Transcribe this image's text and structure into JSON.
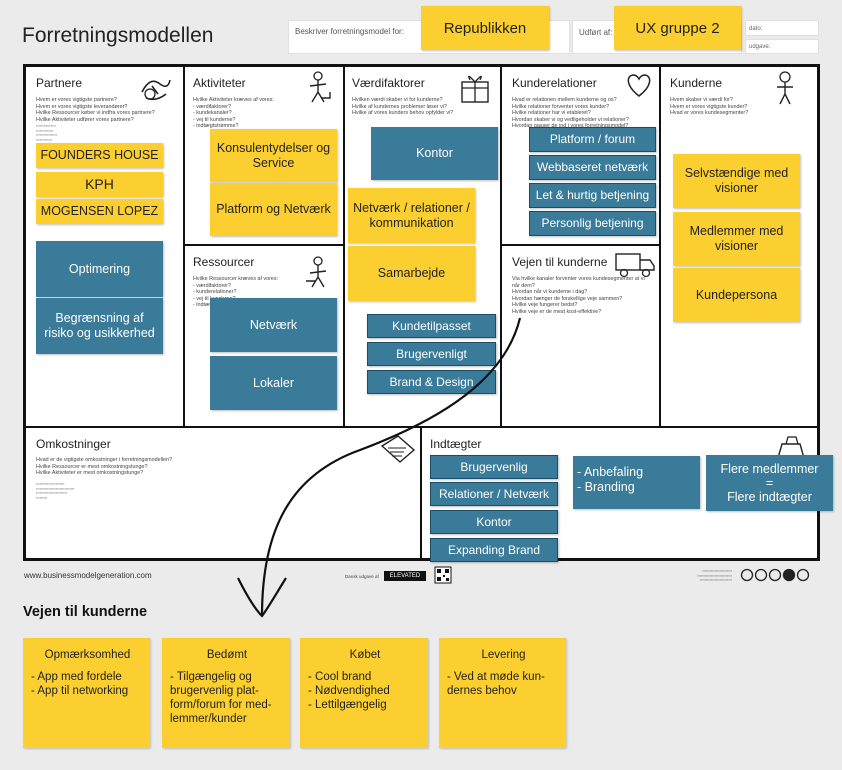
{
  "header": {
    "title": "Forretningsmodellen",
    "beskriver_label": "Beskriver forretningsmodel for:",
    "company_note": "Republikken",
    "udfort_label": "Udført af:",
    "team_note": "UX gruppe 2",
    "date_label": "dato:",
    "version_label": "udgave:"
  },
  "sections": {
    "partnere": {
      "title": "Partnere",
      "questions": "Hvem er vores vigtigste partnere?\nHvem er vores vigtigste leverandører?\nHvilke Ressourcer køber vi indfra vores partnere?\nHvilke Aktiviteter udfører vores partnere?",
      "notes": [
        "FOUNDERS HOUSE",
        "KPH",
        "MOGENSEN LOPEZ",
        "Optimering",
        "Begrænsning af risiko og usikkerhed"
      ]
    },
    "aktiviteter": {
      "title": "Aktiviteter",
      "questions": "Hvilke Aktiviteter kræves af vores:\n- værdifaktorer?\n- kundekanaler?\n- vej til kunderne?\n- indtægtstrømme?",
      "notes": [
        "Konsulentydelser og Service",
        "Platform og Netværk"
      ]
    },
    "ressourcer": {
      "title": "Ressourcer",
      "questions": "Hvilke Ressourcer kræves af vores:\n- værdifaktorer?\n- kunderelationer?\n- vej til kunderne?\n- indtægtstrømme?",
      "notes": [
        "Netværk",
        "Lokaler"
      ]
    },
    "vaerdifaktorer": {
      "title": "Værdifaktorer",
      "questions": "Hvilken værdi skaber vi for kunderne?\nHvilke af kundernes problemer løser vi?\nHvilke af vores kunders behov opfylder vi?",
      "notes": [
        "Kontor",
        "Netværk / relationer / kommunikation",
        "Samarbejde",
        "Kundetilpasset",
        "Brugervenligt",
        "Brand & Design"
      ]
    },
    "kunderelationer": {
      "title": "Kunderelationer",
      "questions": "Hvad er relationen mellem kunderne og os?\nHvilke relationer forventer vores kunder?\nHvilke relationer har vi etableret?\nHvordan skaber vi og vedligeholder vi relationer?\nHvordan passer de ind i vores forretningsmodel?",
      "notes": [
        "Platform / forum",
        "Webbaseret netværk",
        "Let & hurtig betjening",
        "Personlig betjening"
      ]
    },
    "vejen": {
      "title": "Vejen til kunderne",
      "questions": "Via hvilke kanaler forventer vores kundesegmenter at vi når dem?\nHvordan når vi kunderne i dag?\nHvordan hænger de forskellige veje sammen?\nHvilke veje fungerer bedst?\nHvilke veje er de mest kost-effektive?"
    },
    "kunderne": {
      "title": "Kunderne",
      "questions": "Hvem skaber vi værdi for?\nHvem er vores vigtigste kunder?\nHvad er vores kundesegmenter?",
      "notes": [
        "Selvstændige med visioner",
        "Medlemmer med visioner",
        "Kundepersona"
      ]
    },
    "omkostninger": {
      "title": "Omkostninger",
      "questions": "Hvad er de vigtigste omkostninger i forretningsmodellen?\nHvilke Ressourcer er mest omkostningstunge?\nHvilke Aktiviteter er mest omkostningstunge?"
    },
    "indtaegter": {
      "title": "Indtægter",
      "notes": [
        "Brugervenlig",
        "Relationer / Netværk",
        "Kontor",
        "Expanding Brand",
        "- Anbefaling\n- Branding",
        "Flere medlemmer\n=\nFlere indtægter"
      ]
    }
  },
  "footer": {
    "url": "www.businessmodelgeneration.com",
    "made_by": "Dansk udgave af",
    "brand": "ELEVATED"
  },
  "flow": {
    "title": "Vejen til kunderne",
    "steps": [
      {
        "title": "Opmærksomhed",
        "body": "- App med fordele\n- App til networking"
      },
      {
        "title": "Bedømt",
        "body": "- Tilgængelig og\nbrugervenlig plat-\nform/forum for med-\nlemmer/kunder"
      },
      {
        "title": "Købet",
        "body": "- Cool brand\n- Nødvendighed\n- Lettilgængelig"
      },
      {
        "title": "Levering",
        "body": "- Ved at møde kun-\ndernes behov"
      }
    ]
  },
  "colors": {
    "note_yellow": "#fccf31",
    "note_blue": "#3a7b99",
    "background": "#ebebeb"
  }
}
